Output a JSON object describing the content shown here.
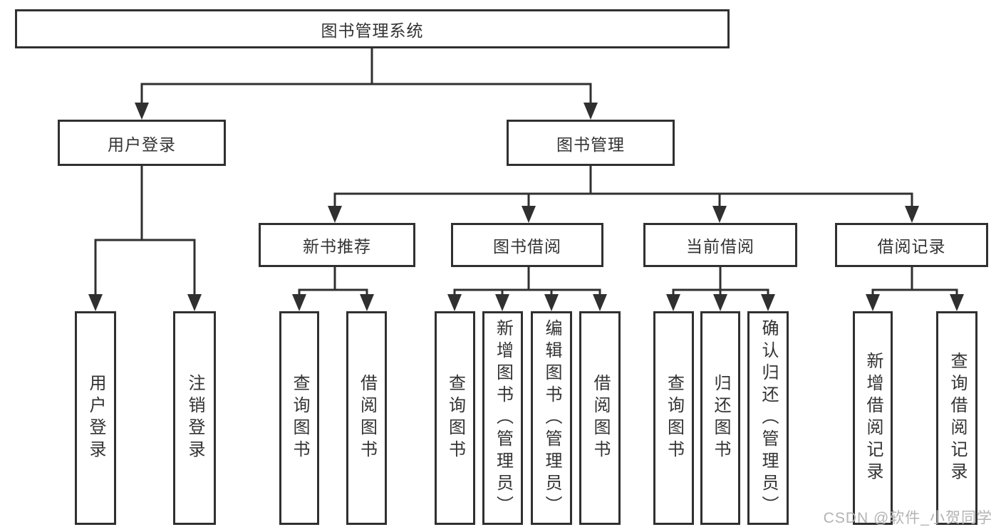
{
  "diagram": {
    "title": "图书管理系统",
    "level2": {
      "left": "用户登录",
      "right": "图书管理"
    },
    "level3": {
      "a": "新书推荐",
      "b": "图书借阅",
      "c": "当前借阅",
      "d": "借阅记录"
    },
    "leaves": {
      "l1": "用户登录",
      "l2": "注销登录",
      "a1": "查询图书",
      "a2": "借阅图书",
      "b1": "查询图书",
      "b2": "新增图书（管理员）",
      "b3": "编辑图书（管理员）",
      "b4": "借阅图书",
      "c1": "查询图书",
      "c2": "归还图书",
      "c3": "确认归还（管理员）",
      "d1": "新增借阅记录",
      "d2": "查询借阅记录"
    }
  },
  "watermark": {
    "text": "CSDN @软件_小贺同学"
  },
  "colors": {
    "line": "#303030",
    "box_border": "#303030",
    "box_bg": "#ffffff",
    "text": "#333333",
    "watermark": "#b3b3b3"
  }
}
